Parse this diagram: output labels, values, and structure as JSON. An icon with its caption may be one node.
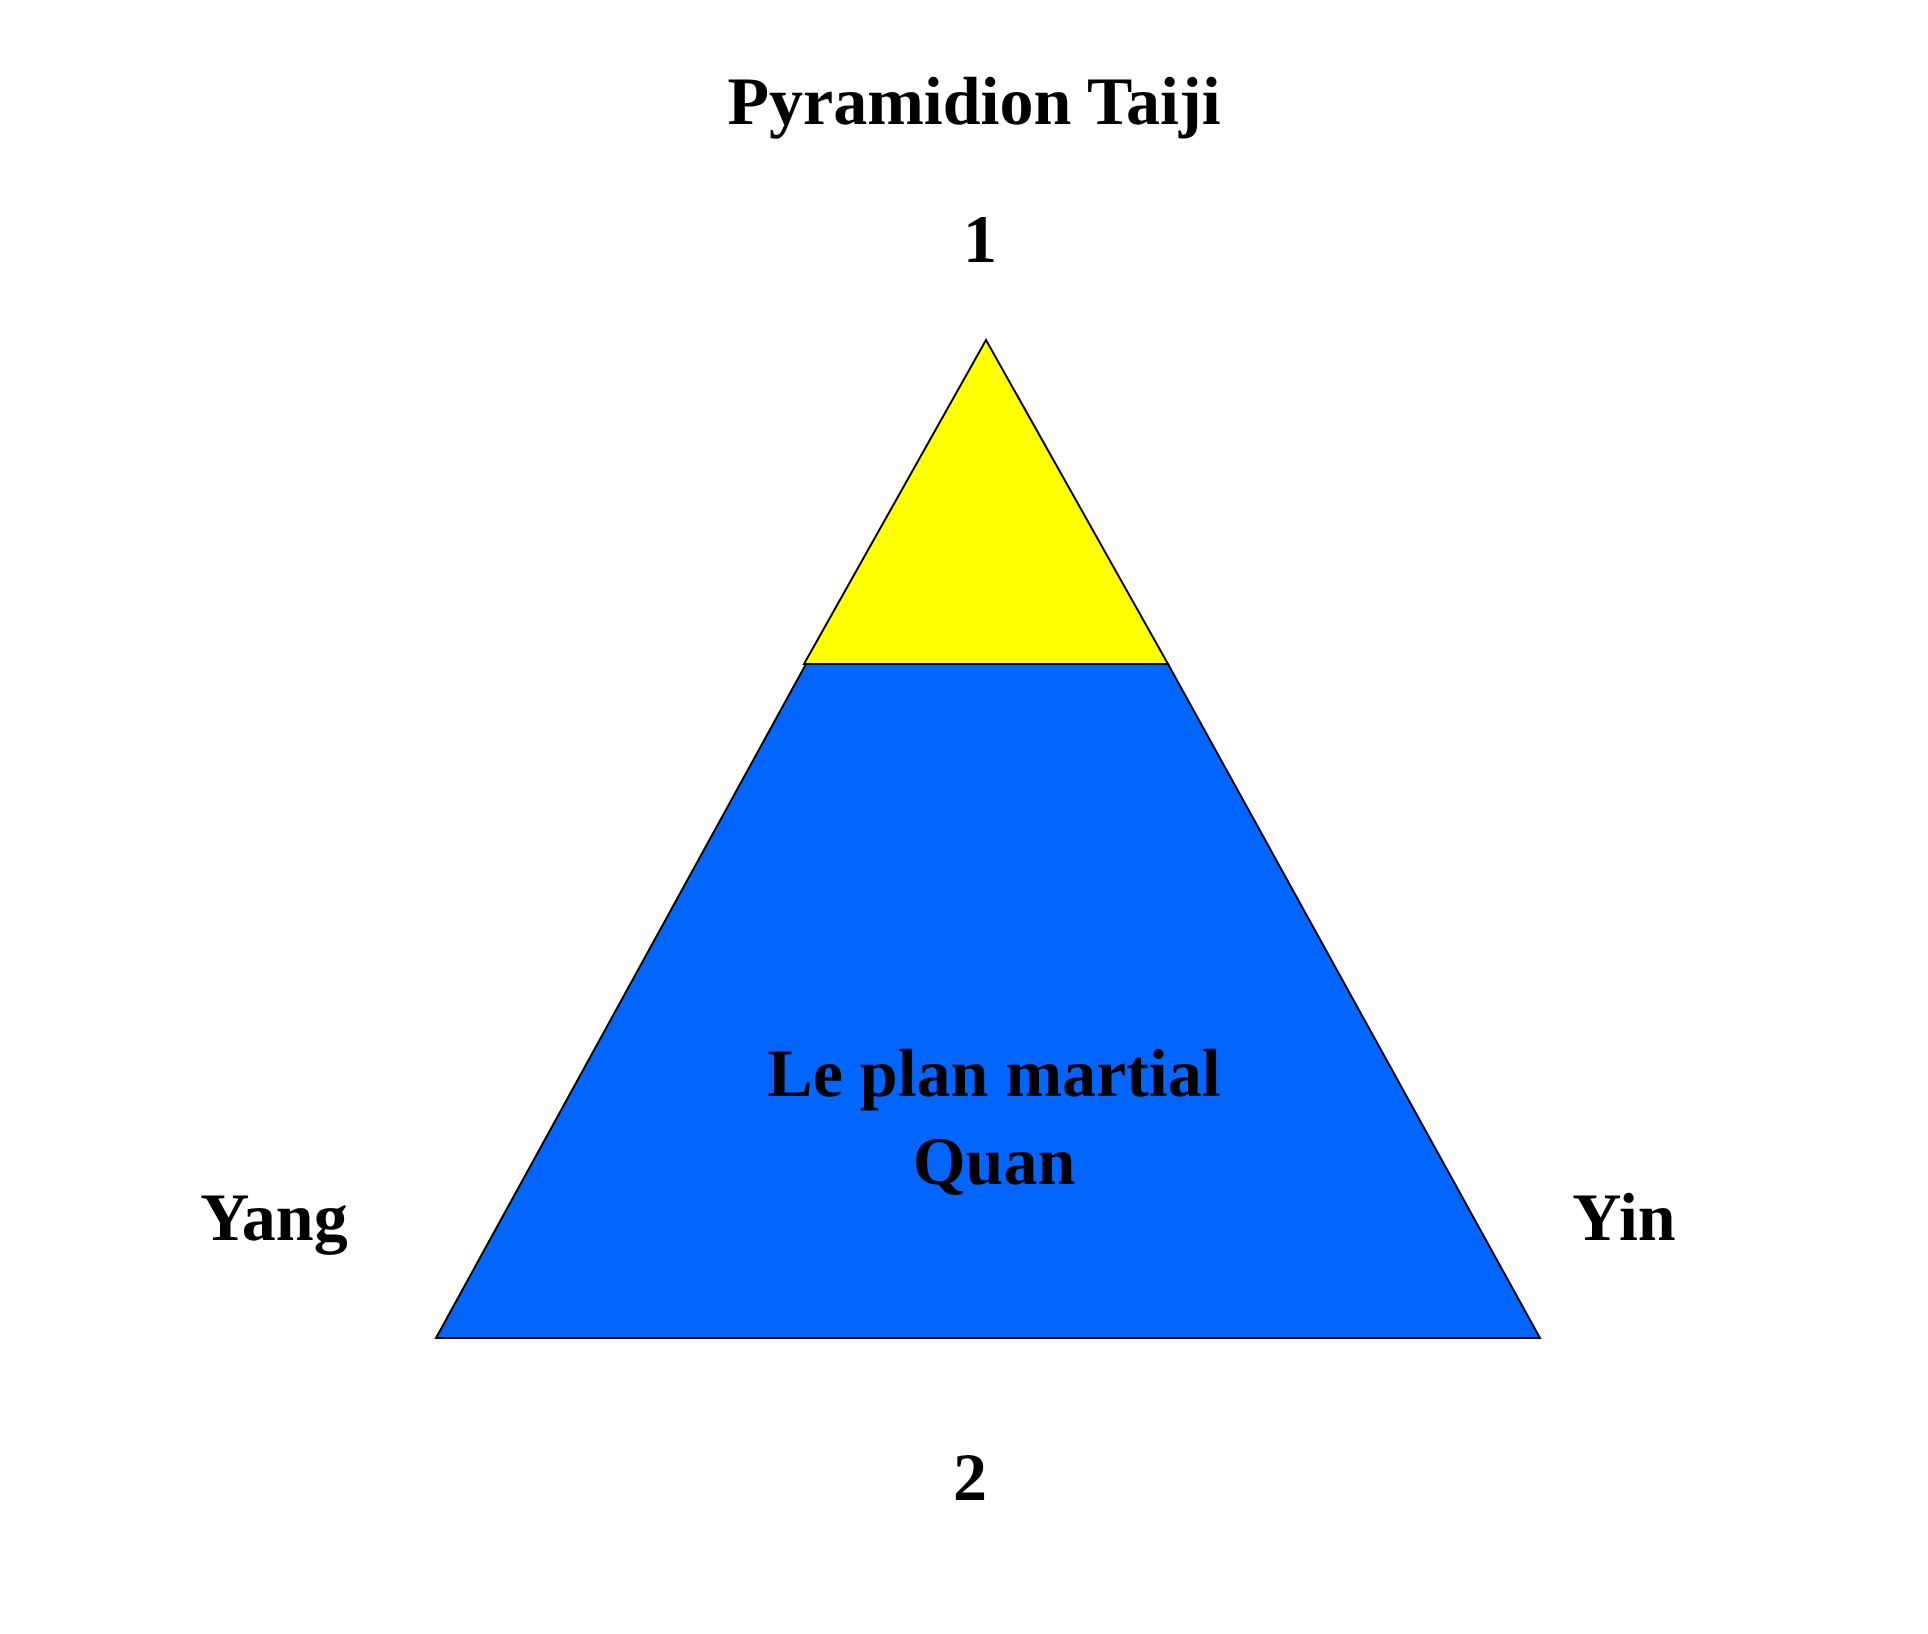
{
  "diagram": {
    "title": "Pyramidion Taiji",
    "nodes": [
      {
        "text": [],
        "shape": "triangle"
      },
      {
        "text": [
          "Le plan martial Quan"
        ]
      }
    ],
    "labels": [
      "1",
      "Yang",
      "Yin",
      "2"
    ]
  }
}
